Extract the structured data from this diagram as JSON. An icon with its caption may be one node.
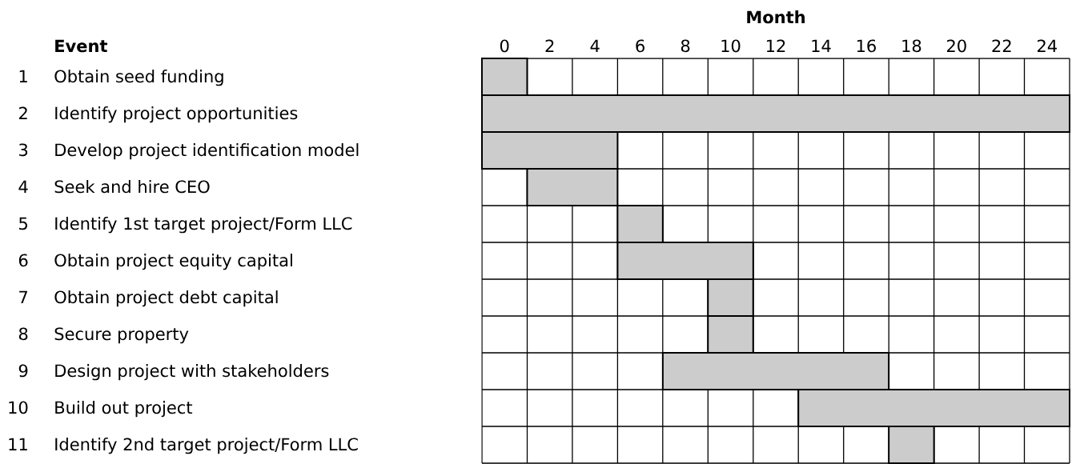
{
  "diagram": {
    "nodes": [
      {
        "text": [],
        "shape": "bar"
      },
      {
        "text": [],
        "shape": "bar"
      },
      {
        "text": [],
        "shape": "bar"
      },
      {
        "text": [],
        "shape": "bar"
      },
      {
        "text": [],
        "shape": "bar"
      },
      {
        "text": [],
        "shape": "bar"
      },
      {
        "text": [],
        "shape": "bar"
      },
      {
        "text": [],
        "shape": "bar"
      },
      {
        "text": [],
        "shape": "bar"
      },
      {
        "text": [],
        "shape": "bar"
      },
      {
        "text": [],
        "shape": "bar"
      }
    ],
    "labels": [
      "Month",
      "Event",
      "0",
      "2",
      "4",
      "6",
      "8",
      "10",
      "12",
      "14",
      "16",
      "18",
      "20",
      "22",
      "24",
      "1",
      "Obtain seed funding",
      "2",
      "Identify project opportunities",
      "3",
      "Develop project identification model",
      "4",
      "Seek and hire CEO",
      "5",
      "Identify 1st target project/Form LLC",
      "6",
      "Obtain project equity capital",
      "7",
      "Obtain project debt capital",
      "8",
      "Secure property",
      "9",
      "Design project with stakeholders",
      "10",
      "Build out project",
      "11",
      "Identify 2nd target project/Form LLC"
    ]
  }
}
